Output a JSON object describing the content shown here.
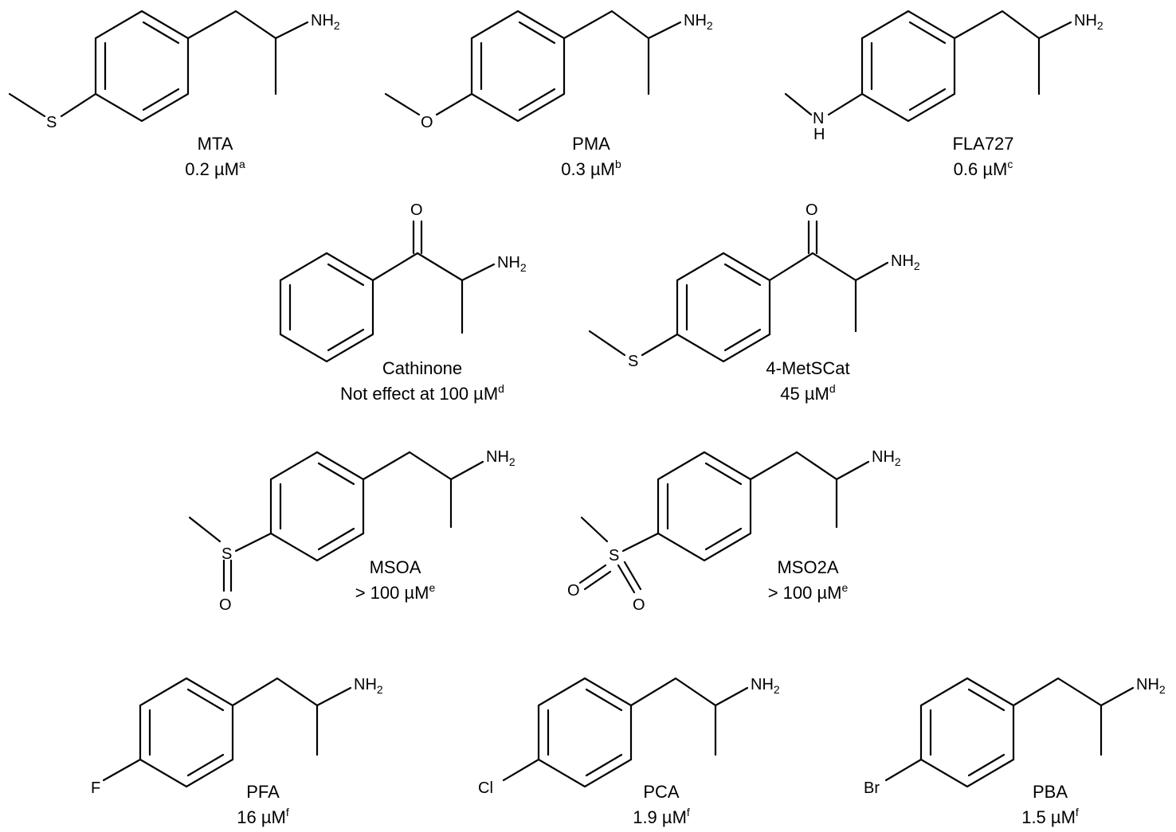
{
  "compounds": [
    {
      "id": "mta",
      "name": "MTA",
      "value": "0.2 µM",
      "note": "a",
      "substituent": "S"
    },
    {
      "id": "pma",
      "name": "PMA",
      "value": "0.3 µM",
      "note": "b",
      "substituent": "O"
    },
    {
      "id": "fla727",
      "name": "FLA727",
      "value": "0.6 µM",
      "note": "c",
      "substituent": "NH"
    },
    {
      "id": "cathinone",
      "name": "Cathinone",
      "value": "Not effect at 100 µM",
      "note": "d",
      "substituent": ""
    },
    {
      "id": "metscat",
      "name": "4-MetSCat",
      "value": "45 µM",
      "note": "d",
      "substituent": "S"
    },
    {
      "id": "msoa",
      "name": "MSOA",
      "value": "> 100 µM",
      "note": "e",
      "substituent": "S(=O)"
    },
    {
      "id": "mso2a",
      "name": "MSO2A",
      "value": "> 100 µM",
      "note": "e",
      "substituent": "S(=O)2"
    },
    {
      "id": "pfa",
      "name": "PFA",
      "value": "16 µM",
      "note": "f",
      "substituent": "F"
    },
    {
      "id": "pca",
      "name": "PCA",
      "value": "1.9 µM",
      "note": "f",
      "substituent": "Cl"
    },
    {
      "id": "pba",
      "name": "PBA",
      "value": "1.5 µM",
      "note": "f",
      "substituent": "Br"
    }
  ],
  "atoms": {
    "amine": "NH",
    "amine_sub": "2",
    "sulfur": "S",
    "oxygen": "O",
    "nitrogen": "N",
    "hydrogen": "H",
    "fluorine": "F",
    "chlorine": "Cl",
    "bromine": "Br"
  }
}
